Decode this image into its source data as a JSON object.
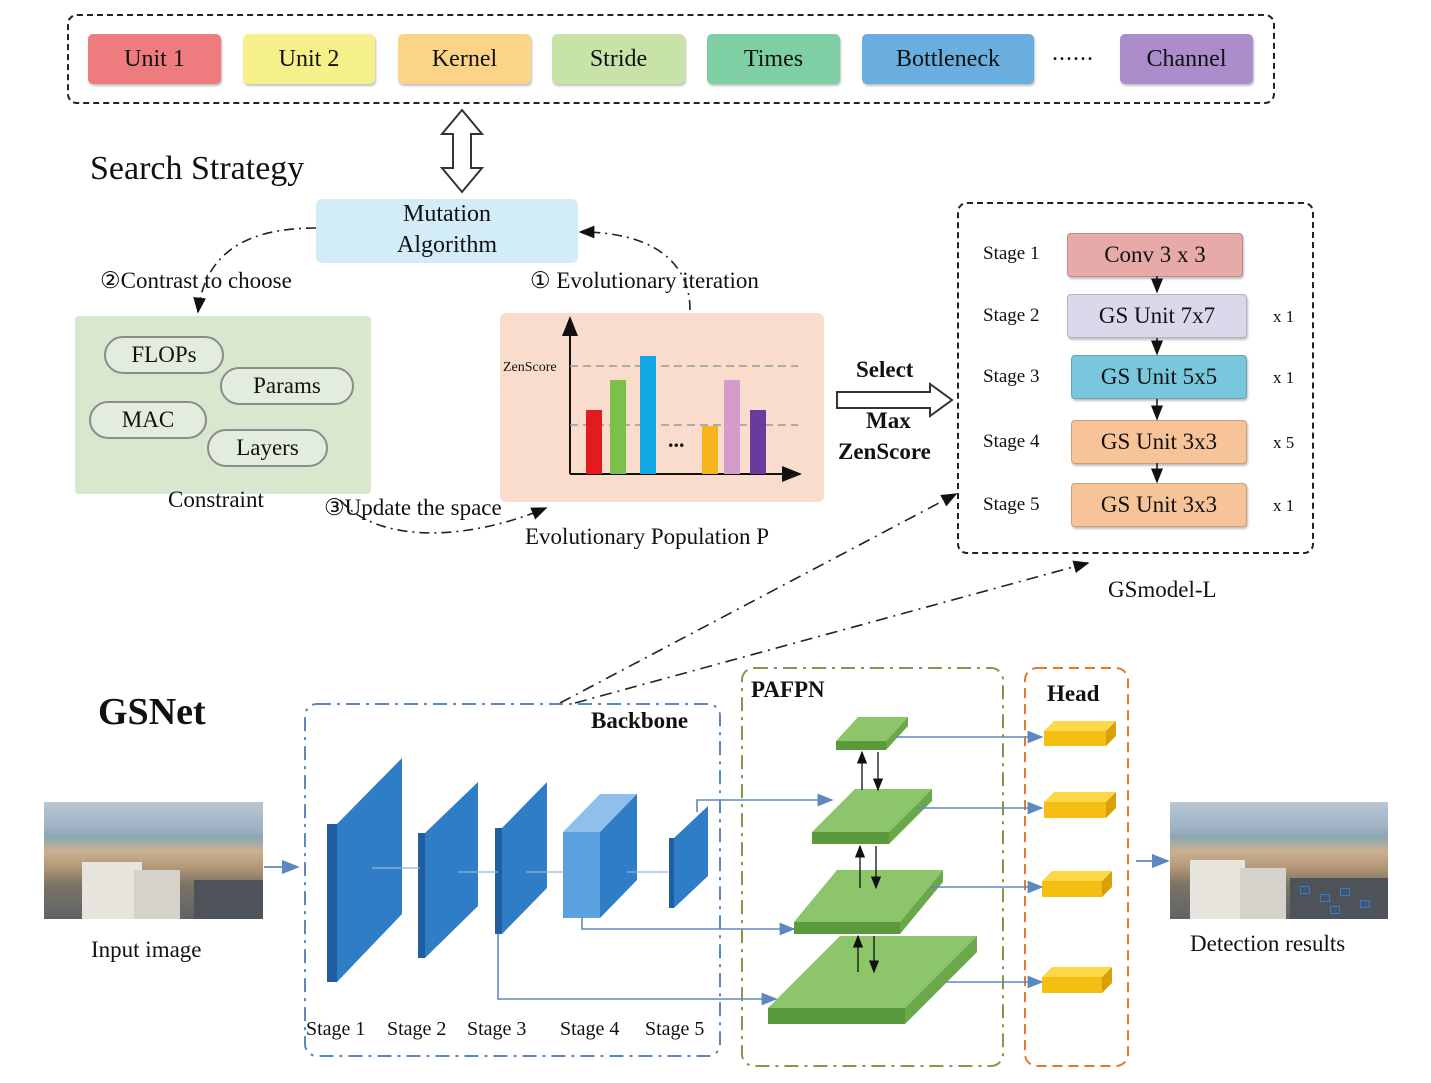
{
  "search_space": {
    "units": [
      {
        "label": "Unit 1",
        "color": "#ee7b7d"
      },
      {
        "label": "Unit 2",
        "color": "#f6f08a"
      },
      {
        "label": "Kernel",
        "color": "#fbd488"
      },
      {
        "label": "Stride",
        "color": "#c7e3a8"
      },
      {
        "label": "Times",
        "color": "#7ecfa3"
      },
      {
        "label": "Bottleneck",
        "color": "#69aede"
      },
      {
        "label": "Channel",
        "color": "#ab8dcb"
      }
    ],
    "ellipsis": "......"
  },
  "search_strategy": {
    "title": "Search Strategy",
    "mutation_line1": "Mutation",
    "mutation_line2": "Algorithm",
    "contrast": "②Contrast to choose",
    "evolutionary": "① Evolutionary iteration",
    "update": "③Update the space",
    "constraints": [
      "FLOPs",
      "Params",
      "MAC",
      "Layers"
    ],
    "constraint_label": "Constraint",
    "population_label": "Evolutionary Population P",
    "zenscore_label": "ZenScore",
    "bar_ellipsis": "...",
    "select": "Select",
    "max_line1": "Max",
    "max_line2": "ZenScore"
  },
  "gsmodel": {
    "title": "GSmodel-L",
    "stages": [
      {
        "label": "Stage 1",
        "block": "Conv 3 x 3",
        "mult": "",
        "color": "#e8a9a9"
      },
      {
        "label": "Stage 2",
        "block": "GS Unit 7x7",
        "mult": "x 1",
        "color": "#dcd8ec"
      },
      {
        "label": "Stage 3",
        "block": "GS Unit 5x5",
        "mult": "x 1",
        "color": "#79c7dc"
      },
      {
        "label": "Stage 4",
        "block": "GS Unit 3x3",
        "mult": "x 5",
        "color": "#f7c49a"
      },
      {
        "label": "Stage 5",
        "block": "GS Unit 3x3",
        "mult": "x 1",
        "color": "#f7c49a"
      }
    ]
  },
  "gsnet": {
    "title": "GSNet",
    "input_label": "Input image",
    "output_label": "Detection results",
    "backbone": "Backbone",
    "pafpn": "PAFPN",
    "head": "Head",
    "stage_labels": [
      "Stage 1",
      "Stage 2",
      "Stage 3",
      "Stage 4",
      "Stage 5"
    ]
  },
  "colors": {
    "backbone_blue": "#2f7dc7",
    "neck_green": "#7ab651",
    "head_yellow": "#f4bf12",
    "dash_blue": "#5b88c0",
    "dash_green": "#7e9a4a",
    "dash_orange": "#e5772a"
  }
}
